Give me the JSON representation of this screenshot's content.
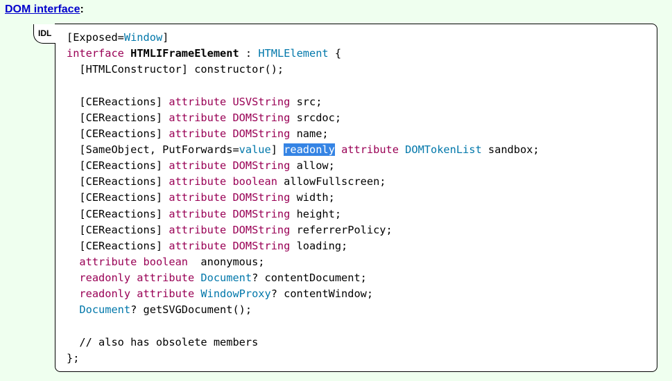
{
  "heading": {
    "link_text": "DOM interface",
    "suffix": ":"
  },
  "idl_block": {
    "tab_label": "IDL",
    "lines": [
      [
        {
          "t": "[Exposed=",
          "c": "plain"
        },
        {
          "t": "Window",
          "c": "ty"
        },
        {
          "t": "]",
          "c": "plain"
        }
      ],
      [
        {
          "t": "interface ",
          "c": "kw"
        },
        {
          "t": "HTMLIFrameElement",
          "c": "iface"
        },
        {
          "t": " : ",
          "c": "plain"
        },
        {
          "t": "HTMLElement",
          "c": "ty"
        },
        {
          "t": " {",
          "c": "plain"
        }
      ],
      [
        {
          "t": "  [HTMLConstructor] constructor();",
          "c": "plain"
        }
      ],
      [],
      [
        {
          "t": "  [CEReactions] ",
          "c": "plain"
        },
        {
          "t": "attribute ",
          "c": "kw"
        },
        {
          "t": "USVString",
          "c": "kw"
        },
        {
          "t": " src;",
          "c": "plain"
        }
      ],
      [
        {
          "t": "  [CEReactions] ",
          "c": "plain"
        },
        {
          "t": "attribute ",
          "c": "kw"
        },
        {
          "t": "DOMString",
          "c": "kw"
        },
        {
          "t": " srcdoc;",
          "c": "plain"
        }
      ],
      [
        {
          "t": "  [CEReactions] ",
          "c": "plain"
        },
        {
          "t": "attribute ",
          "c": "kw"
        },
        {
          "t": "DOMString",
          "c": "kw"
        },
        {
          "t": " name;",
          "c": "plain"
        }
      ],
      [
        {
          "t": "  [SameObject, PutForwards=",
          "c": "plain"
        },
        {
          "t": "value",
          "c": "ty"
        },
        {
          "t": "] ",
          "c": "plain"
        },
        {
          "t": "readonly",
          "c": "sel"
        },
        {
          "t": " ",
          "c": "plain"
        },
        {
          "t": "attribute ",
          "c": "kw"
        },
        {
          "t": "DOMTokenList",
          "c": "ty"
        },
        {
          "t": " sandbox;",
          "c": "plain"
        }
      ],
      [
        {
          "t": "  [CEReactions] ",
          "c": "plain"
        },
        {
          "t": "attribute ",
          "c": "kw"
        },
        {
          "t": "DOMString",
          "c": "kw"
        },
        {
          "t": " allow;",
          "c": "plain"
        }
      ],
      [
        {
          "t": "  [CEReactions] ",
          "c": "plain"
        },
        {
          "t": "attribute ",
          "c": "kw"
        },
        {
          "t": "boolean",
          "c": "kw"
        },
        {
          "t": " allowFullscreen;",
          "c": "plain"
        }
      ],
      [
        {
          "t": "  [CEReactions] ",
          "c": "plain"
        },
        {
          "t": "attribute ",
          "c": "kw"
        },
        {
          "t": "DOMString",
          "c": "kw"
        },
        {
          "t": " width;",
          "c": "plain"
        }
      ],
      [
        {
          "t": "  [CEReactions] ",
          "c": "plain"
        },
        {
          "t": "attribute ",
          "c": "kw"
        },
        {
          "t": "DOMString",
          "c": "kw"
        },
        {
          "t": " height;",
          "c": "plain"
        }
      ],
      [
        {
          "t": "  [CEReactions] ",
          "c": "plain"
        },
        {
          "t": "attribute ",
          "c": "kw"
        },
        {
          "t": "DOMString",
          "c": "kw"
        },
        {
          "t": " referrerPolicy;",
          "c": "plain"
        }
      ],
      [
        {
          "t": "  [CEReactions] ",
          "c": "plain"
        },
        {
          "t": "attribute ",
          "c": "kw"
        },
        {
          "t": "DOMString",
          "c": "kw"
        },
        {
          "t": " loading;",
          "c": "plain"
        }
      ],
      [
        {
          "t": "  ",
          "c": "plain"
        },
        {
          "t": "attribute ",
          "c": "kw"
        },
        {
          "t": "boolean",
          "c": "kw"
        },
        {
          "t": "  anonymous;",
          "c": "plain"
        }
      ],
      [
        {
          "t": "  ",
          "c": "plain"
        },
        {
          "t": "readonly attribute ",
          "c": "kw"
        },
        {
          "t": "Document",
          "c": "ty"
        },
        {
          "t": "? contentDocument;",
          "c": "plain"
        }
      ],
      [
        {
          "t": "  ",
          "c": "plain"
        },
        {
          "t": "readonly attribute ",
          "c": "kw"
        },
        {
          "t": "WindowProxy",
          "c": "ty"
        },
        {
          "t": "? contentWindow;",
          "c": "plain"
        }
      ],
      [
        {
          "t": "  ",
          "c": "plain"
        },
        {
          "t": "Document",
          "c": "ty"
        },
        {
          "t": "? getSVGDocument();",
          "c": "plain"
        }
      ],
      [],
      [
        {
          "t": "  // also has obsolete members",
          "c": "plain"
        }
      ],
      [
        {
          "t": "};",
          "c": "plain"
        }
      ]
    ]
  },
  "colors": {
    "page_background": "#efffef",
    "keyword": "#990055",
    "type_link": "#0077aa",
    "selection": "#3584e4",
    "heading_link": "#0000cc"
  }
}
